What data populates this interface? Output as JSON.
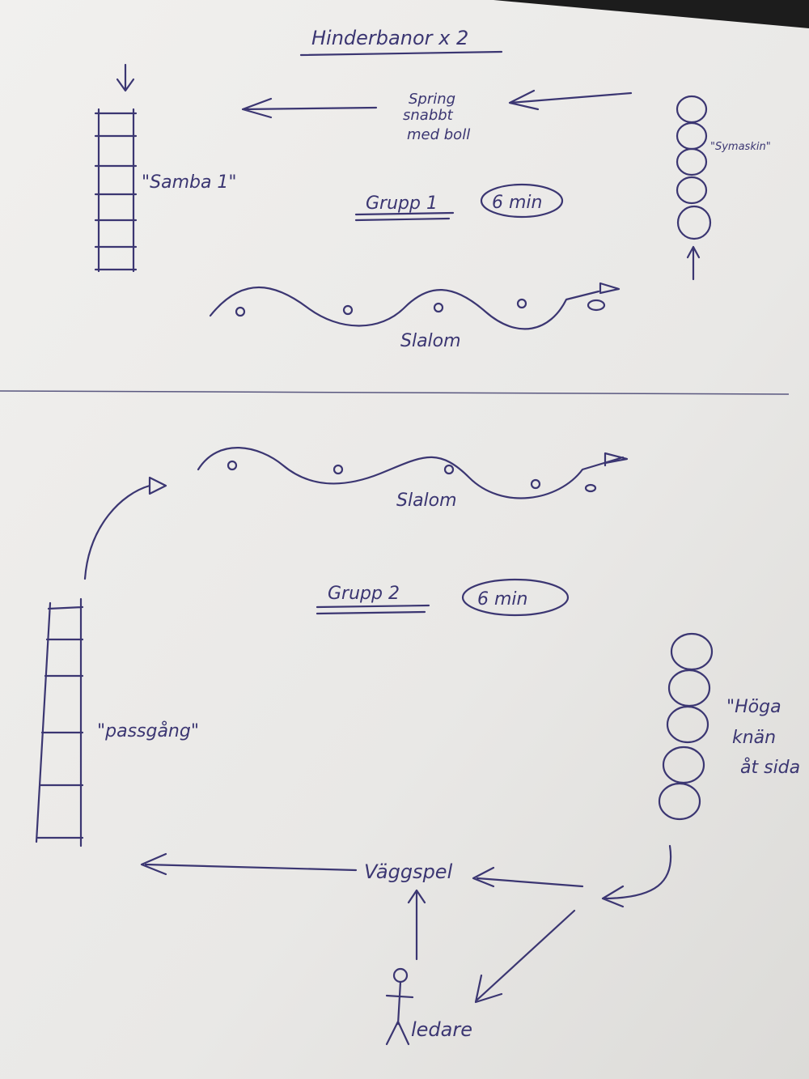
{
  "title": "Hinderbanor x 2",
  "ink_color": "#3b3672",
  "group1": {
    "label": "Grupp 1",
    "duration": "6 min",
    "run_instruction": [
      "Spring",
      "snabbt",
      "med boll"
    ],
    "ladder_label": "\"Samba 1\"",
    "rings_label": "\"Symaskin\"",
    "slalom_label": "Slalom"
  },
  "group2": {
    "label": "Grupp 2",
    "duration": "6 min",
    "slalom_label": "Slalom",
    "ladder_label": "\"passgång\"",
    "rings_label": [
      "\"Höga",
      "knän",
      "åt sida"
    ],
    "wall_pass_label": "Väggspel",
    "leader_label": "ledare"
  }
}
